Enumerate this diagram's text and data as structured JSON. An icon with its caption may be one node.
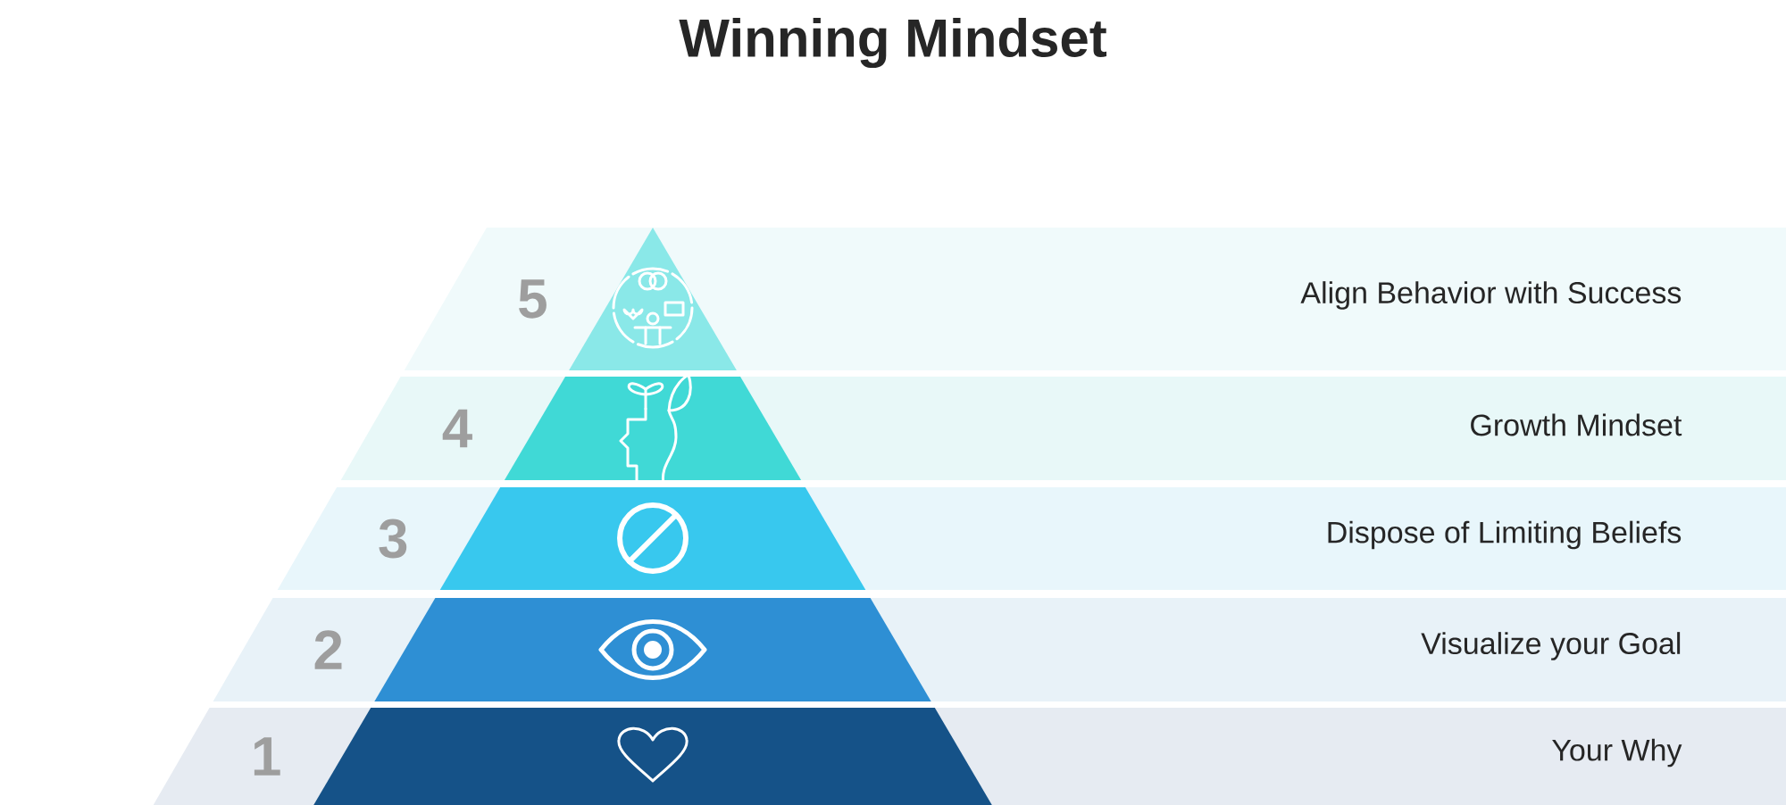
{
  "diagram": {
    "title": "Winning Mindset",
    "nodes": [
      {
        "text": [
          "5",
          "Align Behavior with Success"
        ]
      },
      {
        "text": [
          "4",
          "Growth Mindset"
        ]
      },
      {
        "text": [
          "3",
          "Dispose of Limiting Beliefs"
        ]
      },
      {
        "text": [
          "2",
          "Visualize your Goal"
        ]
      },
      {
        "text": [
          "1",
          "Your Why"
        ]
      }
    ]
  }
}
